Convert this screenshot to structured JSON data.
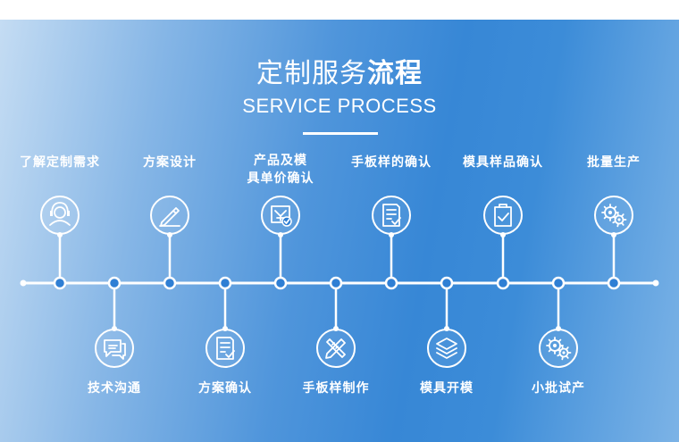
{
  "header": {
    "title_normal": "定制服务",
    "title_bold": "流程",
    "subtitle": "SERVICE PROCESS"
  },
  "top_steps": [
    {
      "label": "了解定制需求",
      "icon": "headset-icon"
    },
    {
      "label": "方案设计",
      "icon": "pen-icon"
    },
    {
      "label": "产品及模\n具单价确认",
      "icon": "price-confirm-icon"
    },
    {
      "label": "手板样的确认",
      "icon": "document-check-icon"
    },
    {
      "label": "模具样品确认",
      "icon": "clipboard-check-icon"
    },
    {
      "label": "批量生产",
      "icon": "gears-icon"
    }
  ],
  "bottom_steps": [
    {
      "label": "技术沟通",
      "icon": "chat-icon"
    },
    {
      "label": "方案确认",
      "icon": "document-check-icon"
    },
    {
      "label": "手板样制作",
      "icon": "pencil-ruler-icon"
    },
    {
      "label": "模具开模",
      "icon": "layers-icon"
    },
    {
      "label": "小批试产",
      "icon": "gears-icon"
    }
  ],
  "colors": {
    "accent": "#2f7fd4",
    "line": "#ffffff"
  }
}
